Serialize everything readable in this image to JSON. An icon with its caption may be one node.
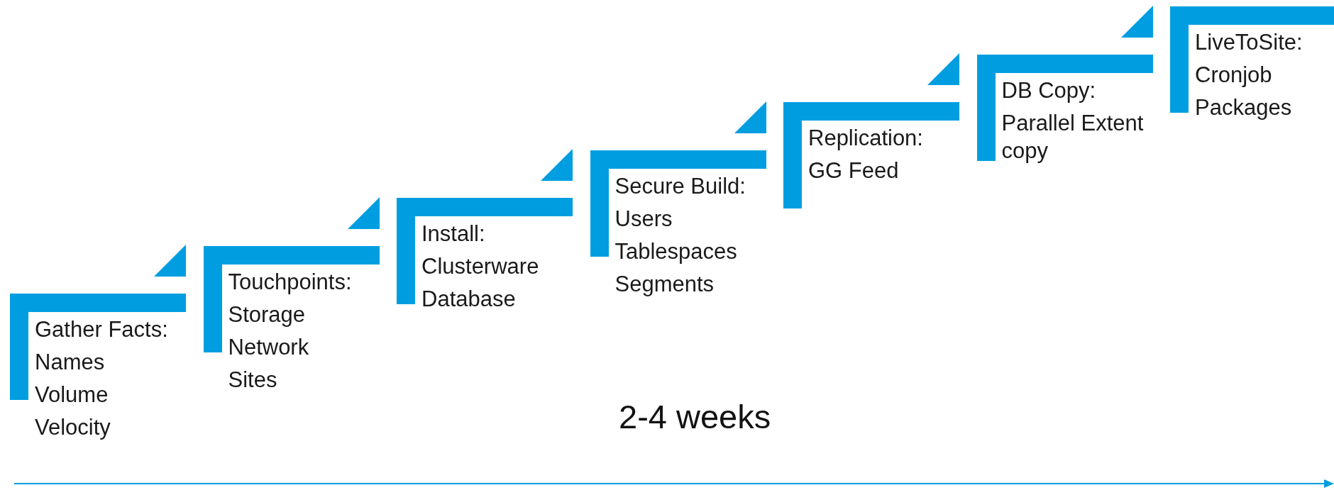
{
  "diagram": {
    "nodes": [
      {
        "text": [
          "Gather Facts:",
          "Names",
          "Volume",
          "Velocity"
        ]
      },
      {
        "text": [
          "Touchpoints:",
          "Storage",
          "Network",
          "Sites"
        ]
      },
      {
        "text": [
          "Install:",
          "Clusterware",
          "Database"
        ]
      },
      {
        "text": [
          "Secure Build:",
          "Users",
          "Tablespaces",
          "Segments"
        ]
      },
      {
        "text": [
          "Replication:",
          "GG Feed"
        ]
      },
      {
        "text": [
          "DB Copy:",
          "Parallel Extent copy"
        ]
      },
      {
        "text": [
          "LiveToSite:",
          "Cronjob",
          "Packages"
        ]
      }
    ],
    "labels": [
      "2-4 weeks"
    ]
  }
}
